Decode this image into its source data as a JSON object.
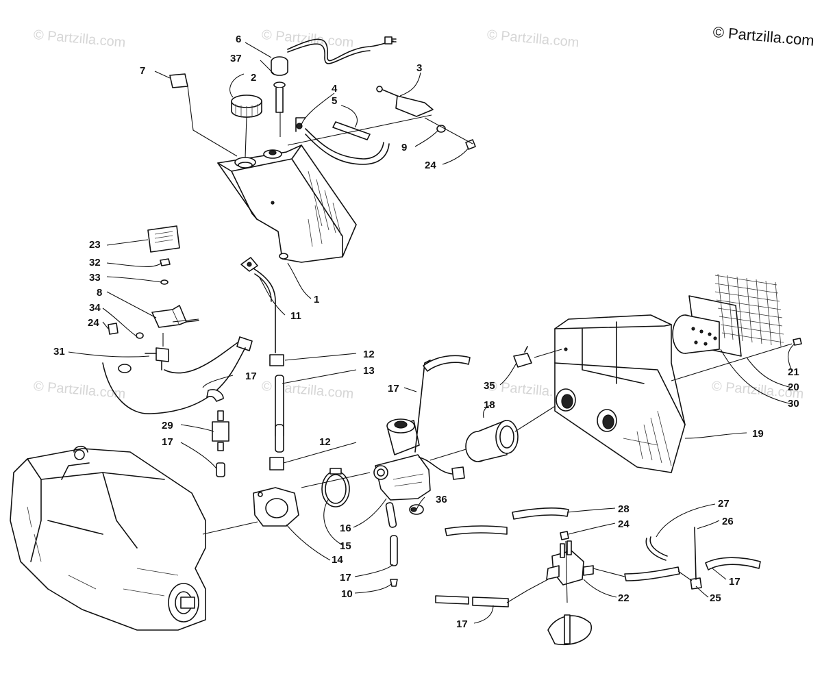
{
  "copyright": "© Partzilla.com",
  "watermark": "© Partzilla.com",
  "callouts": {
    "p1": "1",
    "p2": "2",
    "p3": "3",
    "p4": "4",
    "p5": "5",
    "p6": "6",
    "p7": "7",
    "p8": "8",
    "p9": "9",
    "p10": "10",
    "p11": "11",
    "p12a": "12",
    "p12b": "12",
    "p13": "13",
    "p14": "14",
    "p15": "15",
    "p16": "16",
    "p17a": "17",
    "p17b": "17",
    "p17c": "17",
    "p17d": "17",
    "p17e": "17",
    "p17f": "17",
    "p18": "18",
    "p19": "19",
    "p20": "20",
    "p21": "21",
    "p22": "22",
    "p23": "23",
    "p24a": "24",
    "p24b": "24",
    "p24c": "24",
    "p25": "25",
    "p26": "26",
    "p27": "27",
    "p28": "28",
    "p29": "29",
    "p30": "30",
    "p31": "31",
    "p32": "32",
    "p33": "33",
    "p34": "34",
    "p35": "35",
    "p36": "36",
    "p37": "37"
  },
  "colors": {
    "ink": "#111111",
    "watermark": "#d6d6d6",
    "background": "#ffffff"
  }
}
